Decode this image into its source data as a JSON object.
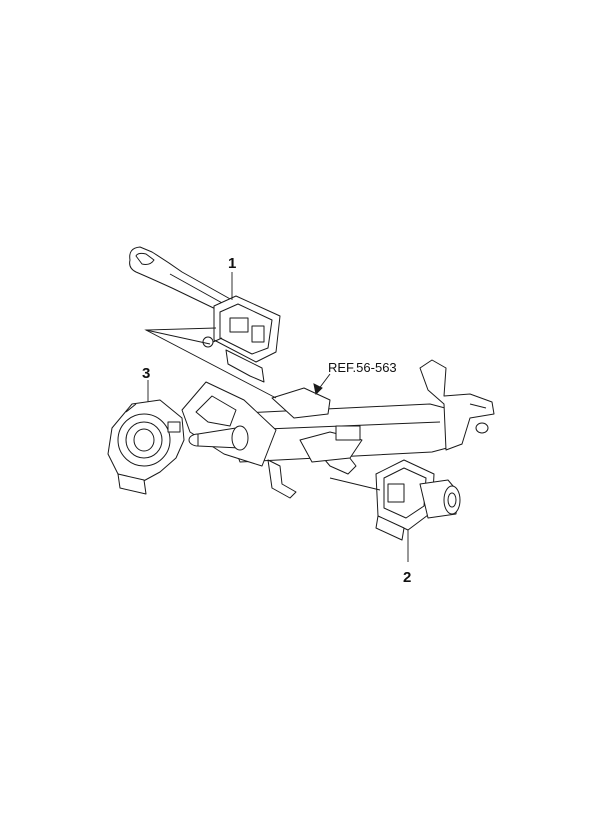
{
  "callouts": {
    "part1": "1",
    "part2": "2",
    "part3": "3"
  },
  "reference": {
    "label": "REF.56-563"
  },
  "colors": {
    "line": "#1a1a1a",
    "background": "#ffffff"
  }
}
